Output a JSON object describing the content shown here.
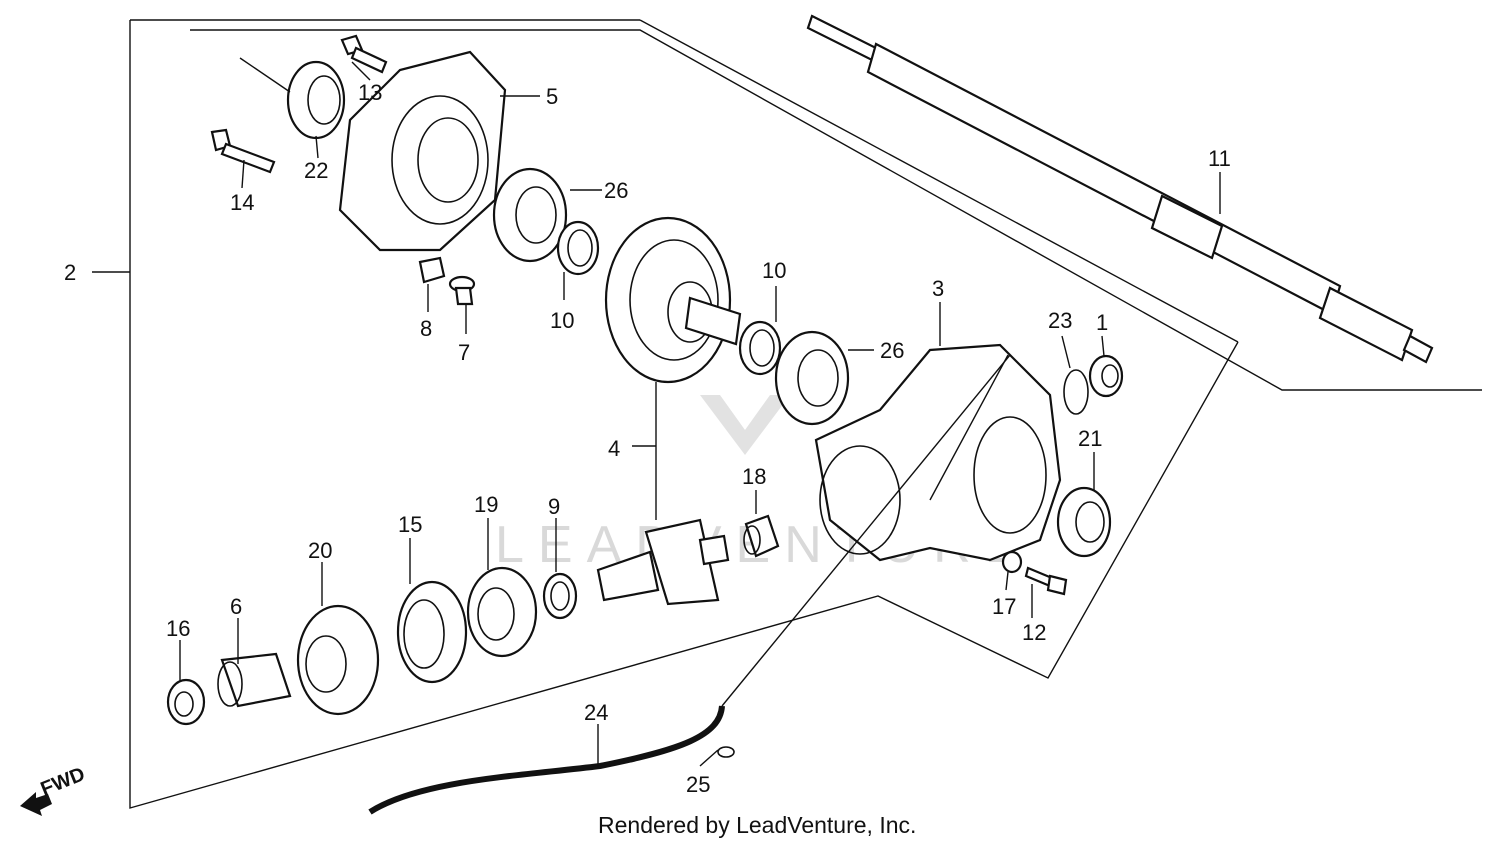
{
  "labels": {
    "p1": "1",
    "p2": "2",
    "p3": "3",
    "p4": "4",
    "p5": "5",
    "p6": "6",
    "p7": "7",
    "p8": "8",
    "p9": "9",
    "p10a": "10",
    "p10b": "10",
    "p11": "11",
    "p12": "12",
    "p13": "13",
    "p14": "14",
    "p15": "15",
    "p16": "16",
    "p17": "17",
    "p18": "18",
    "p19": "19",
    "p20": "20",
    "p21": "21",
    "p22": "22",
    "p23": "23",
    "p24": "24",
    "p25": "25",
    "p26a": "26",
    "p26b": "26"
  },
  "direction": "FWD",
  "watermark": "LEADVENTURE",
  "credit": "Rendered by LeadVenture, Inc."
}
